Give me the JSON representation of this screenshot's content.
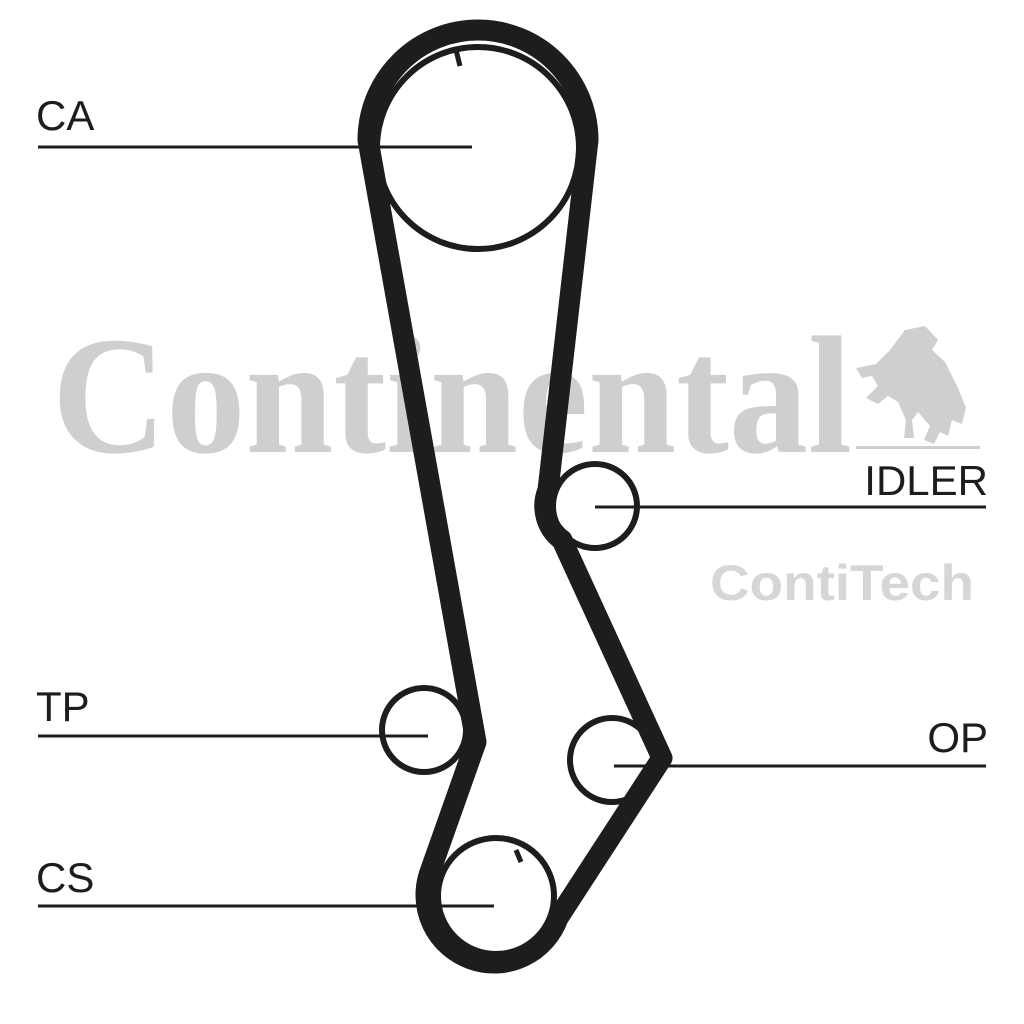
{
  "watermark": {
    "brand": "Continental",
    "sub_brand": "ContiTech",
    "logo_icon": "rearing-horse-icon",
    "color": "#cfcfcf"
  },
  "components": {
    "ca": "CA",
    "idler": "IDLER",
    "tp": "TP",
    "op": "OP",
    "cs": "CS"
  },
  "colors": {
    "line": "#1d1d1d",
    "background": "#ffffff"
  }
}
